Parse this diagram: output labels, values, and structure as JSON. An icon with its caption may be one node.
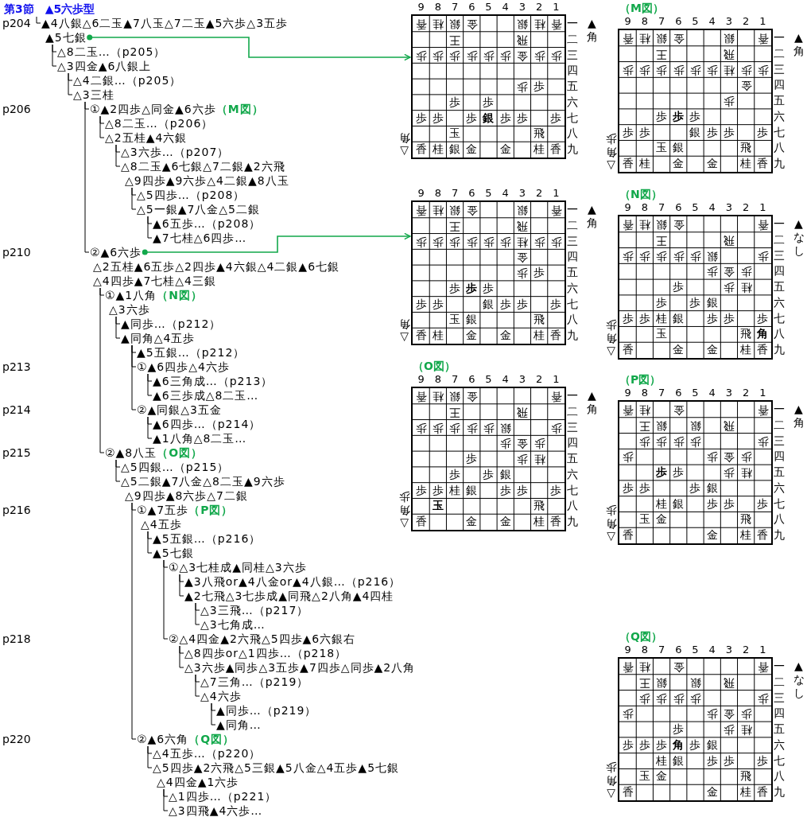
{
  "diagram": {
    "title": "第3節　▲5六歩型",
    "nodes": [
      {
        "text": [
          "▲4八銀△6二玉▲7八玉△7二玉▲5六歩△3五歩"
        ]
      },
      {
        "text": [
          "▲5七銀"
        ]
      },
      {
        "text": [
          "△8二玉…（p205）"
        ]
      },
      {
        "text": [
          "△3四金▲6八銀上"
        ]
      },
      {
        "text": [
          "△4二銀…（p205）"
        ]
      },
      {
        "text": [
          "△3三桂"
        ]
      },
      {
        "text": [
          "①▲2四歩△同金▲6六歩",
          "（M図）"
        ]
      },
      {
        "text": [
          "△8二玉…（p206）"
        ]
      },
      {
        "text": [
          "△2五桂▲4六銀"
        ]
      },
      {
        "text": [
          "△3六歩…（p207）"
        ]
      },
      {
        "text": [
          "△8二玉▲6七銀△7二銀▲2六飛"
        ]
      },
      {
        "text": [
          "△9四歩▲9六歩△4二銀▲8八玉"
        ]
      },
      {
        "text": [
          "△5四歩…（p208）"
        ]
      },
      {
        "text": [
          "△5一銀▲7八金△5二銀"
        ]
      },
      {
        "text": [
          "▲6五歩…（p208）"
        ]
      },
      {
        "text": [
          "▲7七桂△6四歩…"
        ]
      },
      {
        "text": [
          "②▲6六歩"
        ]
      },
      {
        "text": [
          "△2五桂▲6五歩△2四歩▲4六銀△4二銀▲6七銀"
        ]
      },
      {
        "text": [
          "△4四歩▲7七桂△4三銀"
        ]
      },
      {
        "text": [
          "①▲1八角",
          "（N図）"
        ]
      },
      {
        "text": [
          "△3六歩"
        ]
      },
      {
        "text": [
          "▲同歩…（p212）"
        ]
      },
      {
        "text": [
          "▲同角△4五歩"
        ]
      },
      {
        "text": [
          "▲5五銀…（p212）"
        ]
      },
      {
        "text": [
          "①▲6四歩△4六歩"
        ]
      },
      {
        "text": [
          "▲6三角成…（p213）"
        ]
      },
      {
        "text": [
          "▲6三歩成△8二玉…"
        ]
      },
      {
        "text": [
          "②▲同銀△3五金"
        ]
      },
      {
        "text": [
          "▲6四歩…（p214）"
        ]
      },
      {
        "text": [
          "▲1八角△8二玉…"
        ]
      },
      {
        "text": [
          "②▲8八玉",
          "（O図）"
        ]
      },
      {
        "text": [
          "△5四銀…（p215）"
        ]
      },
      {
        "text": [
          "△5二銀▲7八金△8二玉▲9六歩"
        ]
      },
      {
        "text": [
          "△9四歩▲8六歩△7二銀"
        ]
      },
      {
        "text": [
          "①▲7五歩",
          "（P図）"
        ]
      },
      {
        "text": [
          "△4五歩"
        ]
      },
      {
        "text": [
          "▲5五銀…（p216）"
        ]
      },
      {
        "text": [
          "▲5七銀"
        ]
      },
      {
        "text": [
          "①△3七桂成▲同桂△3六歩"
        ]
      },
      {
        "text": [
          "▲3八飛or▲4八金or▲4八銀…（p216）"
        ]
      },
      {
        "text": [
          "▲2七飛△3七歩成▲同飛△2八角▲4四桂"
        ]
      },
      {
        "text": [
          "△3三飛…（p217）"
        ]
      },
      {
        "text": [
          "△3七角成…"
        ]
      },
      {
        "text": [
          "②△4四金▲2六飛△5四歩▲6六銀右"
        ]
      },
      {
        "text": [
          "△8四歩or△1四歩…（p218）"
        ]
      },
      {
        "text": [
          "△3六歩▲同歩△3五歩▲7四歩△同歩▲2八角"
        ]
      },
      {
        "text": [
          "△7三角…（p219）"
        ]
      },
      {
        "text": [
          "△4六歩"
        ]
      },
      {
        "text": [
          "▲同歩…（p219）"
        ]
      },
      {
        "text": [
          "▲同角…"
        ]
      },
      {
        "text": [
          "②▲6六角",
          "（Q図）"
        ]
      },
      {
        "text": [
          "△4五歩…（p220）"
        ]
      },
      {
        "text": [
          "△5四歩▲2六飛△5三銀▲5八金△4五歩▲5七銀"
        ]
      },
      {
        "text": [
          "△4四金▲1六歩"
        ]
      },
      {
        "text": [
          "△1四歩…（p221）"
        ]
      },
      {
        "text": [
          "△3四飛▲4六歩…"
        ]
      },
      {
        "text": [],
        "shape": "box"
      },
      {
        "text": [
          "（M図）"
        ]
      },
      {
        "text": [],
        "shape": "box"
      },
      {
        "text": [
          "（N図）"
        ]
      },
      {
        "text": [
          "（O図）"
        ]
      },
      {
        "text": [
          "（P図）"
        ]
      },
      {
        "text": [
          "（Q図）"
        ]
      }
    ],
    "edges": [
      {
        "from": null,
        "to": 0,
        "arrow": "none"
      },
      {
        "from": 1,
        "to": 2,
        "arrow": "none"
      },
      {
        "from": 1,
        "to": 3,
        "arrow": "none"
      },
      {
        "from": 3,
        "to": 4,
        "arrow": "none"
      },
      {
        "from": 3,
        "to": 5,
        "arrow": "none"
      },
      {
        "from": 5,
        "to": 6,
        "arrow": "none"
      },
      {
        "from": 5,
        "to": 16,
        "arrow": "none"
      },
      {
        "from": 6,
        "to": 7,
        "arrow": "none"
      },
      {
        "from": 6,
        "to": 8,
        "arrow": "none"
      },
      {
        "from": 8,
        "to": 9,
        "arrow": "none"
      },
      {
        "from": 8,
        "to": 10,
        "arrow": "none"
      },
      {
        "from": 11,
        "to": 12,
        "arrow": "none"
      },
      {
        "from": 11,
        "to": 13,
        "arrow": "none"
      },
      {
        "from": 13,
        "to": 14,
        "arrow": "none"
      },
      {
        "from": 13,
        "to": 15,
        "arrow": "none"
      },
      {
        "from": 18,
        "to": 19,
        "arrow": "none"
      },
      {
        "from": 18,
        "to": 30,
        "arrow": "none"
      },
      {
        "from": 20,
        "to": 21,
        "arrow": "none"
      },
      {
        "from": 20,
        "to": 22,
        "arrow": "none"
      },
      {
        "from": 22,
        "to": 23,
        "arrow": "none"
      },
      {
        "from": 22,
        "to": 24,
        "arrow": "none"
      },
      {
        "from": 22,
        "to": 27,
        "arrow": "none"
      },
      {
        "from": 24,
        "to": 25,
        "arrow": "none"
      },
      {
        "from": 24,
        "to": 26,
        "arrow": "none"
      },
      {
        "from": 27,
        "to": 28,
        "arrow": "none"
      },
      {
        "from": 27,
        "to": 29,
        "arrow": "none"
      },
      {
        "from": 30,
        "to": 31,
        "arrow": "none"
      },
      {
        "from": 30,
        "to": 32,
        "arrow": "none"
      },
      {
        "from": 33,
        "to": 34,
        "arrow": "none"
      },
      {
        "from": 33,
        "to": 50,
        "arrow": "none"
      },
      {
        "from": 35,
        "to": 36,
        "arrow": "none"
      },
      {
        "from": 35,
        "to": 37,
        "arrow": "none"
      },
      {
        "from": 37,
        "to": 38,
        "arrow": "none"
      },
      {
        "from": 37,
        "to": 43,
        "arrow": "none"
      },
      {
        "from": 38,
        "to": 39,
        "arrow": "none"
      },
      {
        "from": 38,
        "to": 40,
        "arrow": "none"
      },
      {
        "from": 40,
        "to": 41,
        "arrow": "none"
      },
      {
        "from": 40,
        "to": 42,
        "arrow": "none"
      },
      {
        "from": 43,
        "to": 44,
        "arrow": "none"
      },
      {
        "from": 43,
        "to": 45,
        "arrow": "none"
      },
      {
        "from": 45,
        "to": 46,
        "arrow": "none"
      },
      {
        "from": 45,
        "to": 47,
        "arrow": "none"
      },
      {
        "from": 47,
        "to": 48,
        "arrow": "none"
      },
      {
        "from": 47,
        "to": 49,
        "arrow": "none"
      },
      {
        "from": 50,
        "to": 51,
        "arrow": "none"
      },
      {
        "from": 50,
        "to": 52,
        "arrow": "none"
      },
      {
        "from": 53,
        "to": 54,
        "arrow": "none"
      },
      {
        "from": 53,
        "to": 55,
        "arrow": "none"
      },
      {
        "from": 1,
        "to": 56,
        "arrow": "to",
        "color": "#12a84b"
      },
      {
        "from": 16,
        "to": 58,
        "arrow": "to",
        "color": "#12a84b"
      }
    ],
    "labels": [
      "p204",
      "p206",
      "p210",
      "p213",
      "p214",
      "p215",
      "p216",
      "p218",
      "p220",
      "9",
      "8",
      "7",
      "6",
      "5",
      "4",
      "3",
      "2",
      "1",
      "香",
      "桂",
      "銀",
      "金",
      "銀",
      "桂",
      "香",
      "一",
      "王",
      "飛",
      "二",
      "歩",
      "歩",
      "歩",
      "歩",
      "歩",
      "歩",
      "金",
      "歩",
      "歩",
      "三",
      "四",
      "歩",
      "歩",
      "五",
      "歩",
      "歩",
      "六",
      "歩",
      "歩",
      "歩",
      "銀",
      "歩",
      "歩",
      "歩",
      "七",
      "玉",
      "飛",
      "八",
      "香",
      "桂",
      "銀",
      "金",
      "金",
      "桂",
      "香",
      "九",
      "▲角",
      "△角",
      "9",
      "8",
      "7",
      "6",
      "5",
      "4",
      "3",
      "2",
      "1",
      "香",
      "桂",
      "銀",
      "金",
      "銀",
      "香",
      "一",
      "王",
      "飛",
      "二",
      "歩",
      "歩",
      "歩",
      "歩",
      "歩",
      "歩",
      "桂",
      "歩",
      "歩",
      "三",
      "金",
      "四",
      "歩",
      "五",
      "歩",
      "歩",
      "歩",
      "六",
      "歩",
      "歩",
      "銀",
      "歩",
      "歩",
      "歩",
      "七",
      "玉",
      "銀",
      "飛",
      "八",
      "香",
      "桂",
      "金",
      "金",
      "桂",
      "香",
      "九",
      "▲角",
      "△角歩",
      "9",
      "8",
      "7",
      "6",
      "5",
      "4",
      "3",
      "2",
      "1",
      "香",
      "桂",
      "銀",
      "金",
      "銀",
      "香",
      "一",
      "王",
      "飛",
      "二",
      "歩",
      "歩",
      "歩",
      "歩",
      "歩",
      "歩",
      "桂",
      "歩",
      "歩",
      "三",
      "金",
      "四",
      "歩",
      "歩",
      "五",
      "歩",
      "歩",
      "歩",
      "六",
      "歩",
      "歩",
      "銀",
      "歩",
      "歩",
      "歩",
      "七",
      "玉",
      "銀",
      "飛",
      "八",
      "香",
      "桂",
      "金",
      "金",
      "桂",
      "香",
      "九",
      "▲角",
      "△角",
      "9",
      "8",
      "7",
      "6",
      "5",
      "4",
      "3",
      "2",
      "1",
      "香",
      "桂",
      "銀",
      "金",
      "香",
      "一",
      "王",
      "飛",
      "二",
      "歩",
      "歩",
      "歩",
      "歩",
      "歩",
      "銀",
      "歩",
      "三",
      "歩",
      "金",
      "歩",
      "四",
      "歩",
      "歩",
      "桂",
      "五",
      "歩",
      "歩",
      "銀",
      "六",
      "歩",
      "歩",
      "桂",
      "銀",
      "歩",
      "歩",
      "歩",
      "七",
      "玉",
      "飛",
      "角",
      "八",
      "香",
      "金",
      "金",
      "桂",
      "香",
      "九",
      "▲なし",
      "△角歩",
      "9",
      "8",
      "7",
      "6",
      "5",
      "4",
      "3",
      "2",
      "1",
      "香",
      "桂",
      "銀",
      "金",
      "香",
      "一",
      "王",
      "飛",
      "二",
      "歩",
      "歩",
      "歩",
      "歩",
      "歩",
      "銀",
      "歩",
      "三",
      "歩",
      "金",
      "歩",
      "四",
      "歩",
      "歩",
      "桂",
      "五",
      "歩",
      "歩",
      "銀",
      "六",
      "歩",
      "歩",
      "桂",
      "銀",
      "歩",
      "歩",
      "歩",
      "七",
      "玉",
      "飛",
      "八",
      "香",
      "金",
      "金",
      "桂",
      "香",
      "九",
      "▲角",
      "△角歩",
      "9",
      "8",
      "7",
      "6",
      "5",
      "4",
      "3",
      "2",
      "1",
      "香",
      "桂",
      "金",
      "香",
      "一",
      "王",
      "銀",
      "銀",
      "飛",
      "二",
      "歩",
      "歩",
      "歩",
      "歩",
      "歩",
      "三",
      "歩",
      "歩",
      "金",
      "歩",
      "四",
      "歩",
      "歩",
      "歩",
      "桂",
      "五",
      "歩",
      "歩",
      "歩",
      "銀",
      "六",
      "桂",
      "銀",
      "歩",
      "歩",
      "歩",
      "七",
      "玉",
      "金",
      "飛",
      "八",
      "香",
      "金",
      "桂",
      "香",
      "九",
      "▲角",
      "△角歩",
      "9",
      "8",
      "7",
      "6",
      "5",
      "4",
      "3",
      "2",
      "1",
      "香",
      "桂",
      "金",
      "香",
      "一",
      "王",
      "銀",
      "銀",
      "飛",
      "二",
      "歩",
      "歩",
      "歩",
      "歩",
      "歩",
      "三",
      "歩",
      "歩",
      "金",
      "歩",
      "四",
      "歩",
      "歩",
      "桂",
      "五",
      "歩",
      "歩",
      "歩",
      "角",
      "歩",
      "銀",
      "六",
      "桂",
      "銀",
      "歩",
      "歩",
      "歩",
      "七",
      "玉",
      "金",
      "飛",
      "八",
      "香",
      "金",
      "桂",
      "香",
      "九",
      "▲なし",
      "△角歩"
    ]
  }
}
